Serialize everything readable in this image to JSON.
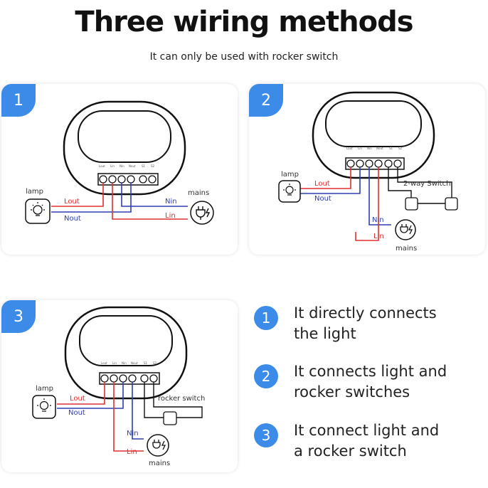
{
  "title": "Three wiring methods",
  "subtitle": "It can only be used with rocker switch",
  "terminals": [
    "Lout",
    "Lin",
    "Nin",
    "Nout",
    "S1",
    "S2"
  ],
  "labels": {
    "lamp": "lamp",
    "mains": "mains",
    "lout": "Lout",
    "nout": "Nout",
    "nin": "Nin",
    "lin": "Lin",
    "two_way_switch": "2-way Switch",
    "rocker_switch": "rocker switch"
  },
  "panels": [
    {
      "number": "1"
    },
    {
      "number": "2"
    },
    {
      "number": "3"
    }
  ],
  "legend": [
    {
      "number": "1",
      "line1": "It directly connects",
      "line2": "the light"
    },
    {
      "number": "2",
      "line1": "It connects light and",
      "line2": "rocker switches"
    },
    {
      "number": "3",
      "line1": "It connect light and",
      "line2": "a rocker switch"
    }
  ],
  "colors": {
    "accent": "#3d8be8",
    "live": "#e03030",
    "neutral": "#2f3fb0"
  }
}
